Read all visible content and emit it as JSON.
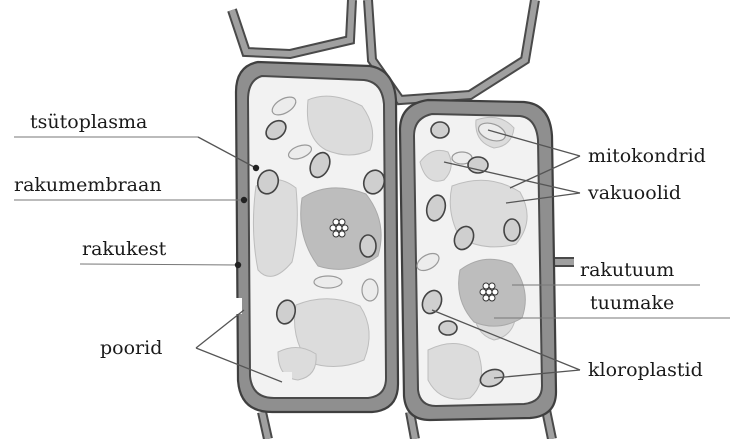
{
  "labels": {
    "cytoplasm": "tsütoplasma",
    "membrane": "rakumembraan",
    "wall": "rakukest",
    "pores": "poorid",
    "mitochondria": "mitokondrid",
    "vacuoles": "vakuoolid",
    "nucleus": "rakutuum",
    "nucleolus": "tuumake",
    "chloroplasts": "kloroplastid"
  }
}
